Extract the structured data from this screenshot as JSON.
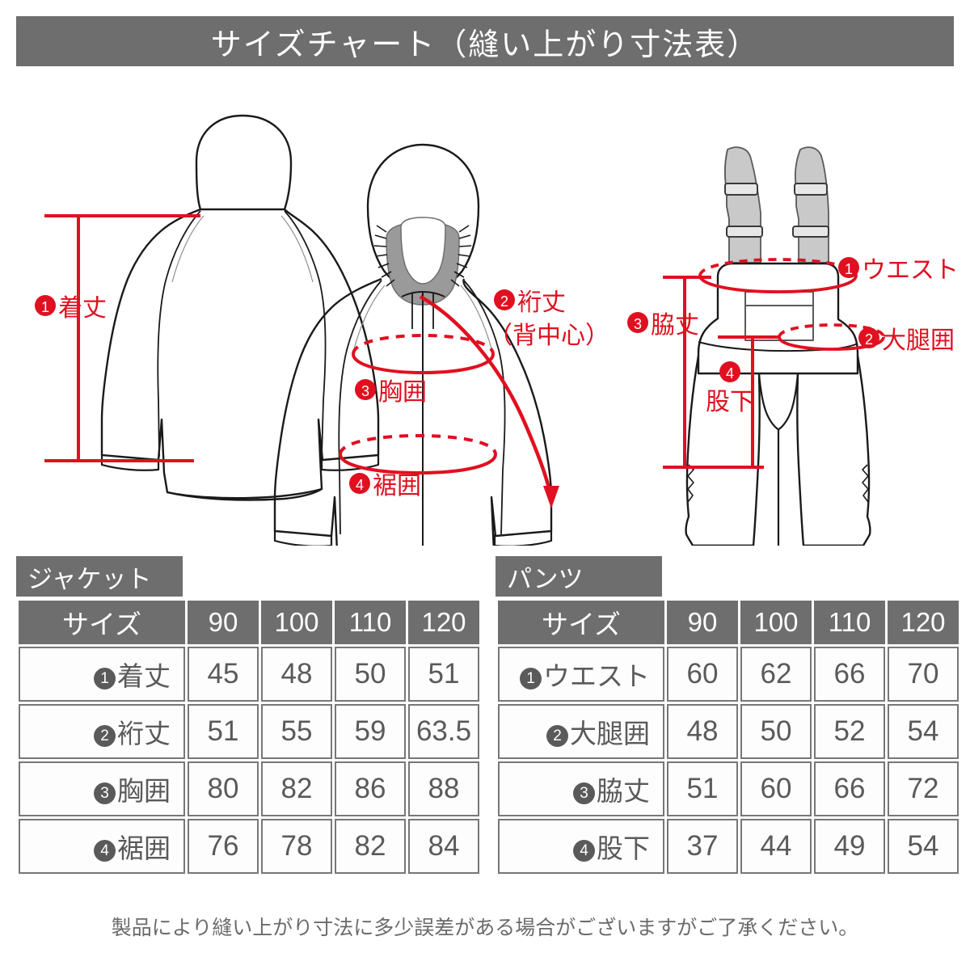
{
  "banner": {
    "title": "サイズチャート（縫い上がり寸法表）"
  },
  "diagram": {
    "jacket": {
      "labels": [
        {
          "num": "❶",
          "text": "着丈"
        },
        {
          "num": "❷",
          "text": "裄丈",
          "sub": "（背中心）"
        },
        {
          "num": "❸",
          "text": "胸囲"
        },
        {
          "num": "❹",
          "text": "裾囲"
        }
      ]
    },
    "pants": {
      "labels": [
        {
          "num": "❶",
          "text": "ウエスト"
        },
        {
          "num": "❷",
          "text": "大腿囲"
        },
        {
          "num": "❸",
          "text": "脇丈"
        },
        {
          "num": "❹",
          "text": "股下"
        }
      ]
    }
  },
  "jacket_table": {
    "category": "ジャケット",
    "size_header": "サイズ",
    "sizes": [
      "90",
      "100",
      "110",
      "120"
    ],
    "rows": [
      {
        "num": "❶",
        "label": "着丈",
        "values": [
          "45",
          "48",
          "50",
          "51"
        ]
      },
      {
        "num": "❷",
        "label": "裄丈",
        "values": [
          "51",
          "55",
          "59",
          "63.5"
        ]
      },
      {
        "num": "❸",
        "label": "胸囲",
        "values": [
          "80",
          "82",
          "86",
          "88"
        ]
      },
      {
        "num": "❹",
        "label": "裾囲",
        "values": [
          "76",
          "78",
          "82",
          "84"
        ]
      }
    ]
  },
  "pants_table": {
    "category": "パンツ",
    "size_header": "サイズ",
    "sizes": [
      "90",
      "100",
      "110",
      "120"
    ],
    "rows": [
      {
        "num": "❶",
        "label": "ウエスト",
        "values": [
          "60",
          "62",
          "66",
          "70"
        ]
      },
      {
        "num": "❷",
        "label": "大腿囲",
        "values": [
          "48",
          "50",
          "52",
          "54"
        ]
      },
      {
        "num": "❸",
        "label": "脇丈",
        "values": [
          "51",
          "60",
          "66",
          "72"
        ]
      },
      {
        "num": "❹",
        "label": "股下",
        "values": [
          "37",
          "44",
          "49",
          "54"
        ]
      }
    ]
  },
  "footnote": {
    "text": "製品により縫い上がり寸法に多少誤差がある場合がございますがご了承ください。"
  },
  "colors": {
    "banner_gray": "#6e6e6e",
    "table_header_gray": "#6e6e6e",
    "measure_red": "#e01020",
    "outline_black": "#1a1a1a",
    "fur_gray": "#9a9a9a",
    "strap_gray": "#c9c9c9",
    "text_gray": "#5a5a5a"
  }
}
